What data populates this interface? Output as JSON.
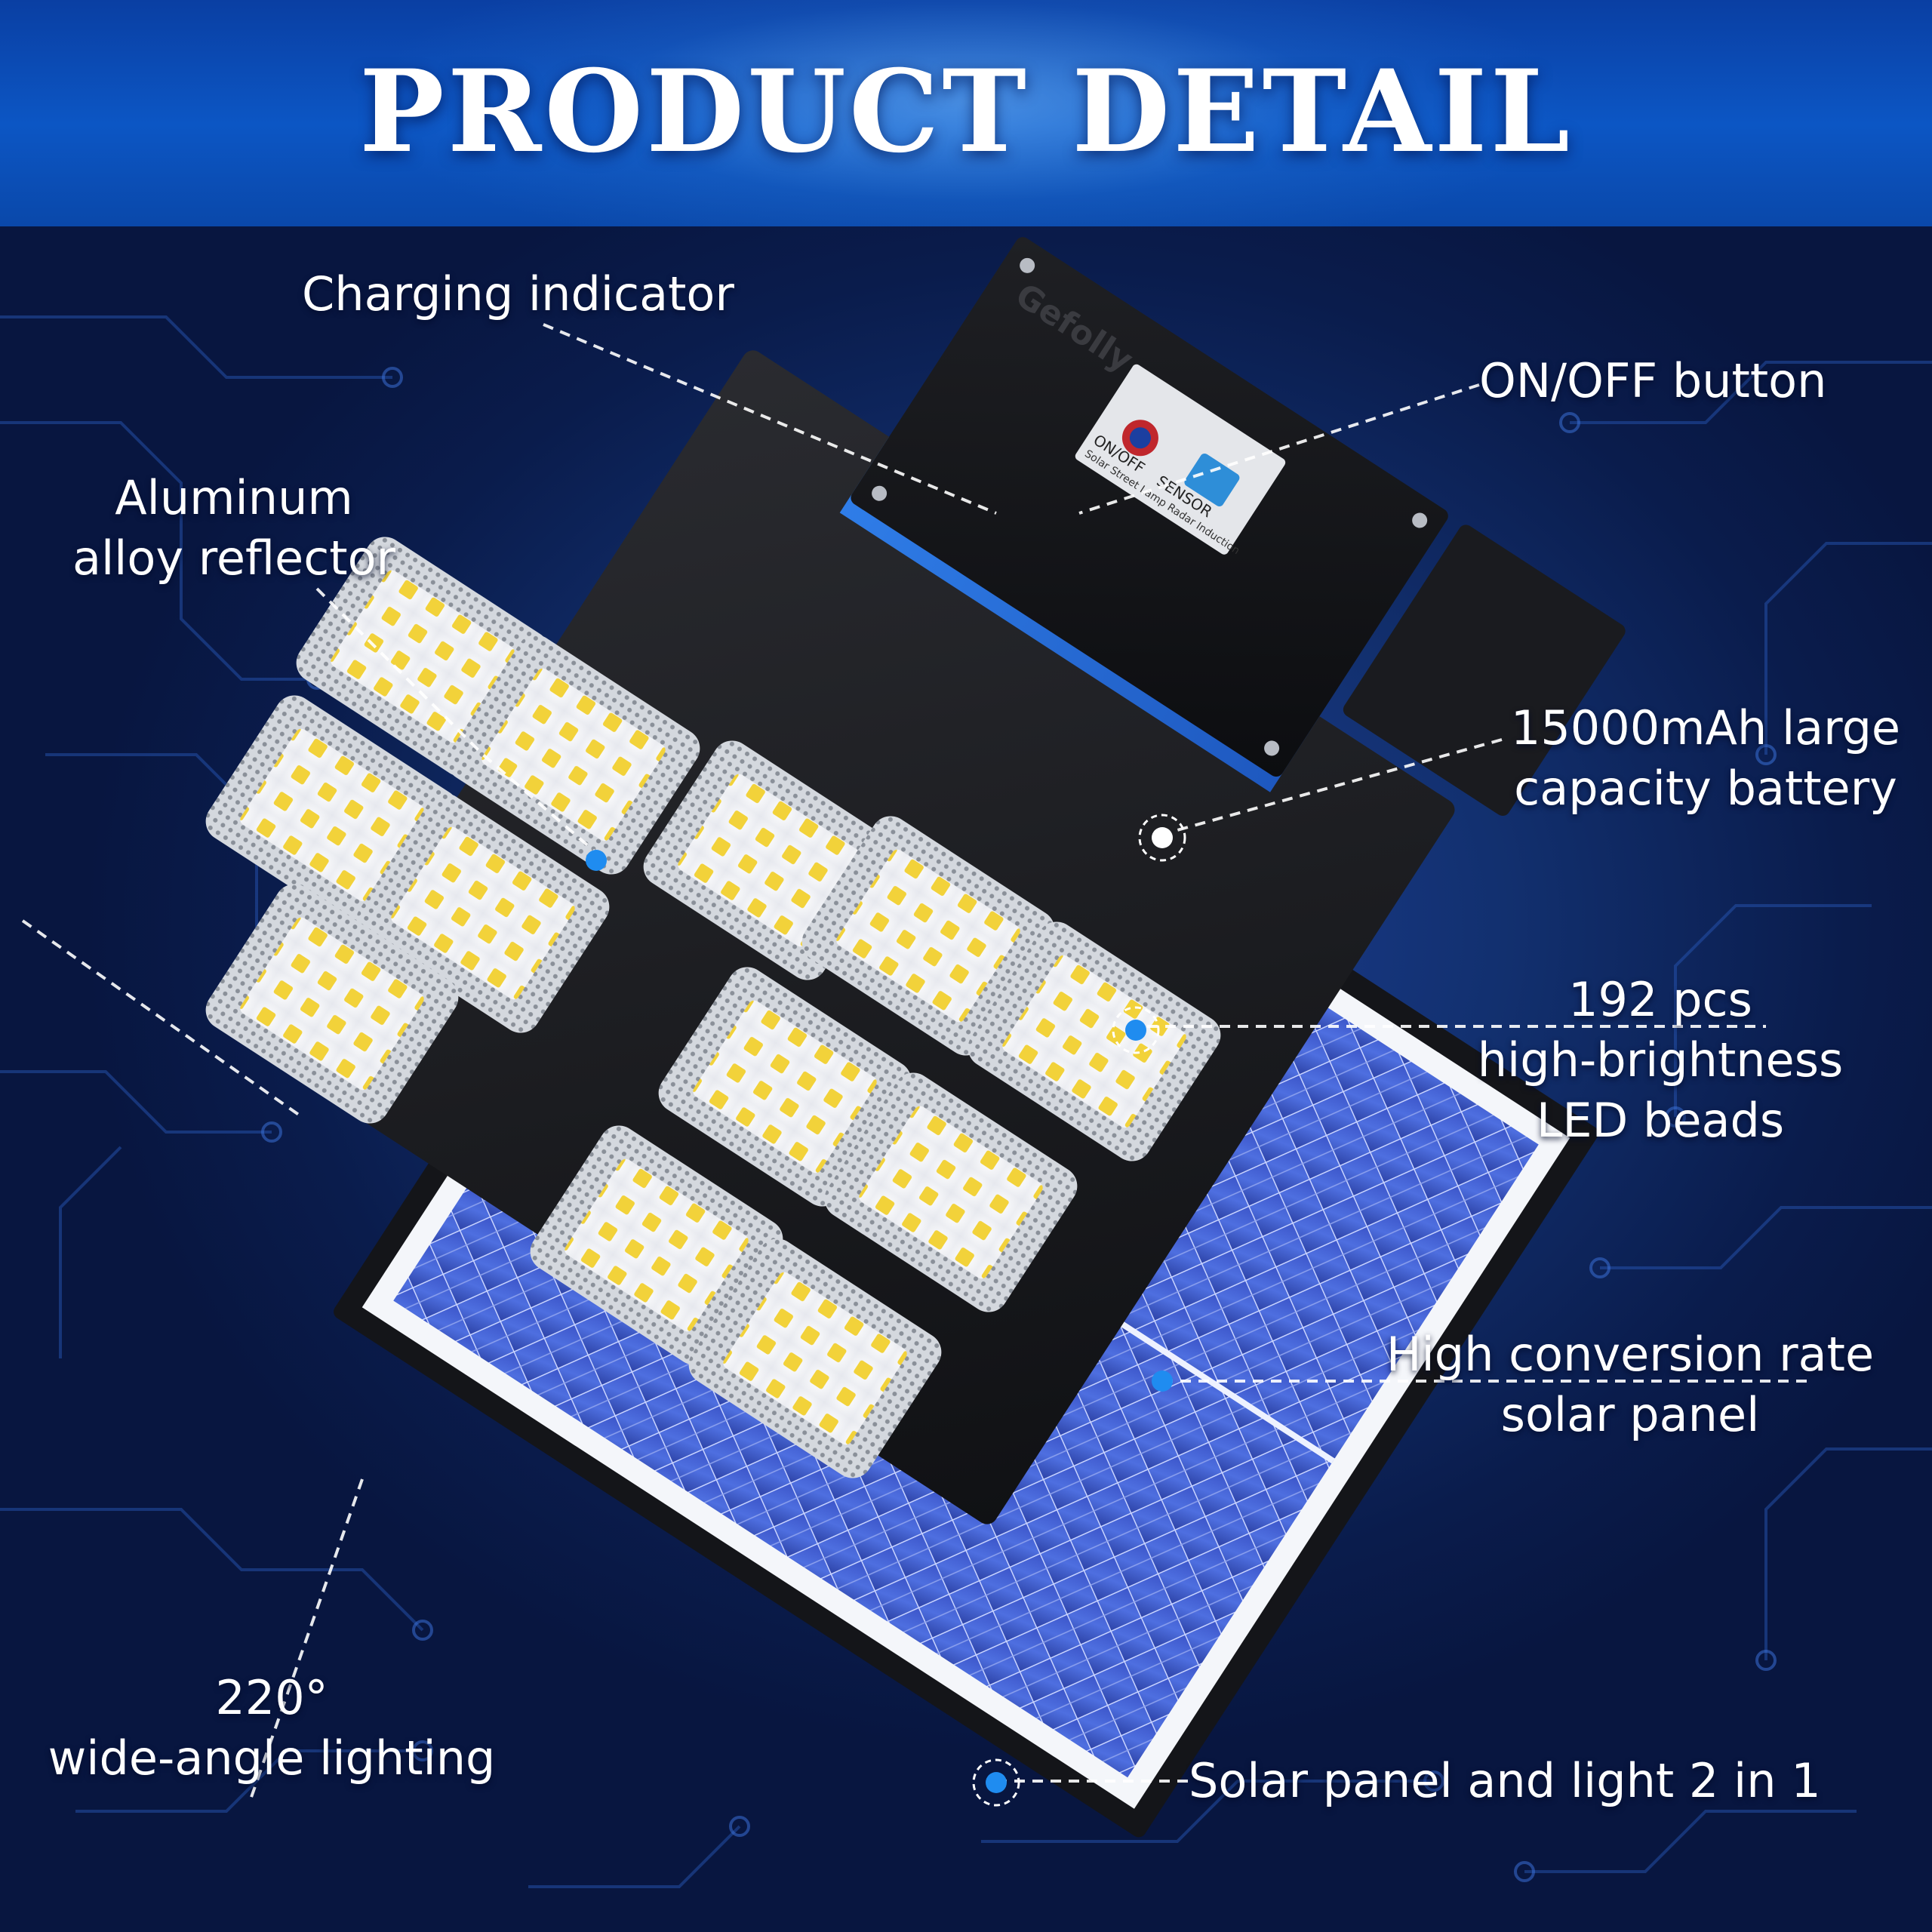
{
  "header": {
    "title": "PRODUCT DETAIL"
  },
  "product_labels": {
    "charging": "Charging indicator",
    "onoff": "ON/OFF button",
    "reflector_1": "Aluminum",
    "reflector_2": "alloy reflector",
    "battery_1": "15000mAh large",
    "battery_2": "capacity battery",
    "led_1": "192 pcs",
    "led_2": "high-brightness",
    "led_3": "LED beads",
    "solar_1": "High conversion rate",
    "solar_2": "solar panel",
    "angle_1": "220°",
    "angle_2": "wide-angle lighting",
    "two_in_one": "Solar panel and light 2 in 1"
  },
  "device_text": {
    "brand": "Gefolly",
    "panel_caption": "Solar Street Lamp Radar Induction",
    "switch_label": "ON/OFF",
    "sensor_label": "SENSOR"
  },
  "colors": {
    "background": "#0b1d4d",
    "header": "#0c56c4",
    "accent_blue": "#2f7de8",
    "text": "#ffffff"
  }
}
